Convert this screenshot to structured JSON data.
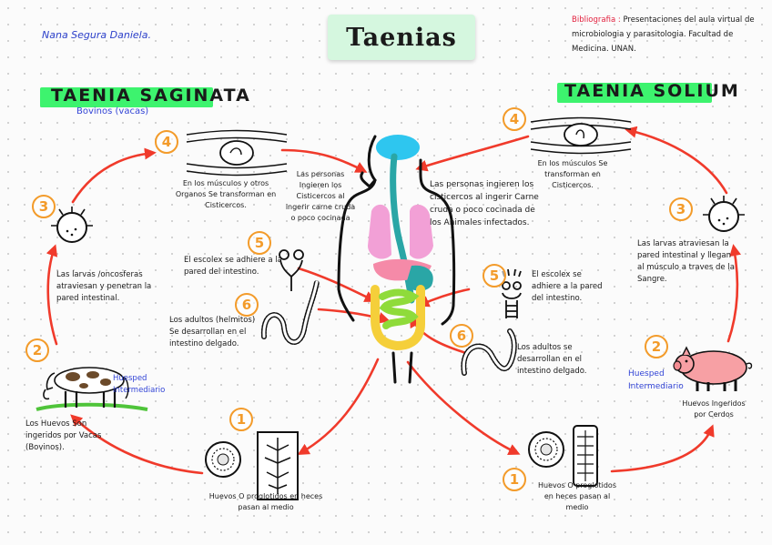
{
  "header": {
    "title": "Taenias",
    "author": "Nana Segura Daniela.",
    "bibliography_label": "Bibliografia :",
    "bibliography_text": "Presentaciones del aula virtual de microbiologia y parasitologia. Facultad de Medicina. UNAN."
  },
  "saginata": {
    "name": "TAENIA SAGINATA",
    "host_note": "Bovinos (vacas)",
    "host_label": "Huesped Intermediario",
    "steps": [
      {
        "num": "1",
        "text": "Huevos O proglotidos en heces pasan al medio"
      },
      {
        "num": "2",
        "text": "Los Huevos Son ingeridos por Vacas (Bovinos)."
      },
      {
        "num": "3",
        "text": "Las larvas /oncosferas atraviesan y penetran la pared intestinal."
      },
      {
        "num": "4",
        "text": "En los músculos y otros Organos Se transforman en Cisticercos."
      },
      {
        "num": "5",
        "text": "El escolex se adhiere a la pared del intestino."
      },
      {
        "num": "6",
        "text": "Los adultos (helmitos) Se desarrollan en el intestino delgado."
      }
    ],
    "human_note": "Las personas Ingieren los Cisticercos al ingerir carne cruda o poco cocinada"
  },
  "solium": {
    "name": "TAENIA SOLIUM",
    "host_label": "Huesped Intermediario",
    "steps": [
      {
        "num": "1",
        "text": "Huevos O proglotidos en heces pasan al medio"
      },
      {
        "num": "2",
        "text": "Huevos ingeridos por Cerdos"
      },
      {
        "num": "3",
        "text": "Las larvas atraviesan la pared intestinal y llegan al músculo a traves de la Sangre."
      },
      {
        "num": "4",
        "text": "En los músculos Se transforman en Cisticercos."
      },
      {
        "num": "5",
        "text": "El escolex se adhiere a la pared del intestino."
      },
      {
        "num": "6",
        "text": "Los adultos se desarrollan en el intestino delgado."
      }
    ],
    "human_note": "Las personas ingieren los cisticercos al ingerir Carne cruda o poco cocinada de los Animales infectados."
  },
  "colors": {
    "arrow": "#f03a2b",
    "number": "#f39b2a",
    "highlight": "#3df36e",
    "title_bg": "#d5f7df",
    "accent_blue": "#3345d6",
    "brain": "#2ec6ef",
    "lungs": "#f2a0d6",
    "liver": "#f58aa8",
    "esophagus": "#2aa6a6",
    "small_intestine": "#8fdb3a",
    "large_intestine": "#f5cf3a",
    "pig": "#f7a0a4",
    "cow_spots": "#6b4a2a"
  }
}
